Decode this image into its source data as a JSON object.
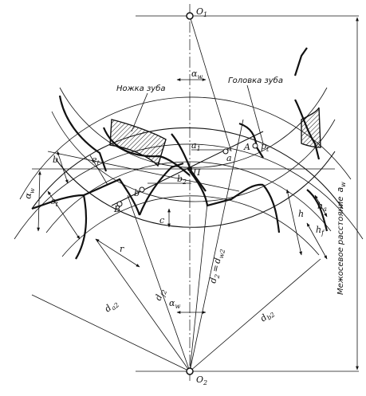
{
  "points": {
    "o1": "O",
    "o1_sub": "1",
    "o2": "O",
    "o2_sub": "2",
    "pole": "П",
    "a_upper": "A",
    "a_lower": "a",
    "b_upper": "B",
    "b_lower": "b"
  },
  "labels": {
    "tooth_root": "Ножка зуба",
    "tooth_head": "Головка зуба",
    "center_distance": "Межосевое расстояние",
    "center_distance_sym": "a",
    "center_distance_sub": "w",
    "alpha_w": "α",
    "alpha_w_sub": "w",
    "a1": "a",
    "a1_sub": "1",
    "b2": "b",
    "b2_sub": "2",
    "pt": "p",
    "pt_sub": "t",
    "et": "e",
    "et_sub": "t",
    "st": "s",
    "st_sub": "t",
    "b": "b",
    "c": "c",
    "h": "h",
    "ha": "h",
    "ha_sub": "a",
    "hf": "h",
    "hf_sub": "f",
    "r": "r",
    "d2": "d",
    "d2_sub": "2",
    "eq": "=",
    "dw2": "d",
    "dw2_sub": "w2",
    "df2": "d",
    "df2_sub": "f2",
    "da2": "d",
    "da2_sub": "a2",
    "db2": "d",
    "db2_sub": "b2"
  }
}
